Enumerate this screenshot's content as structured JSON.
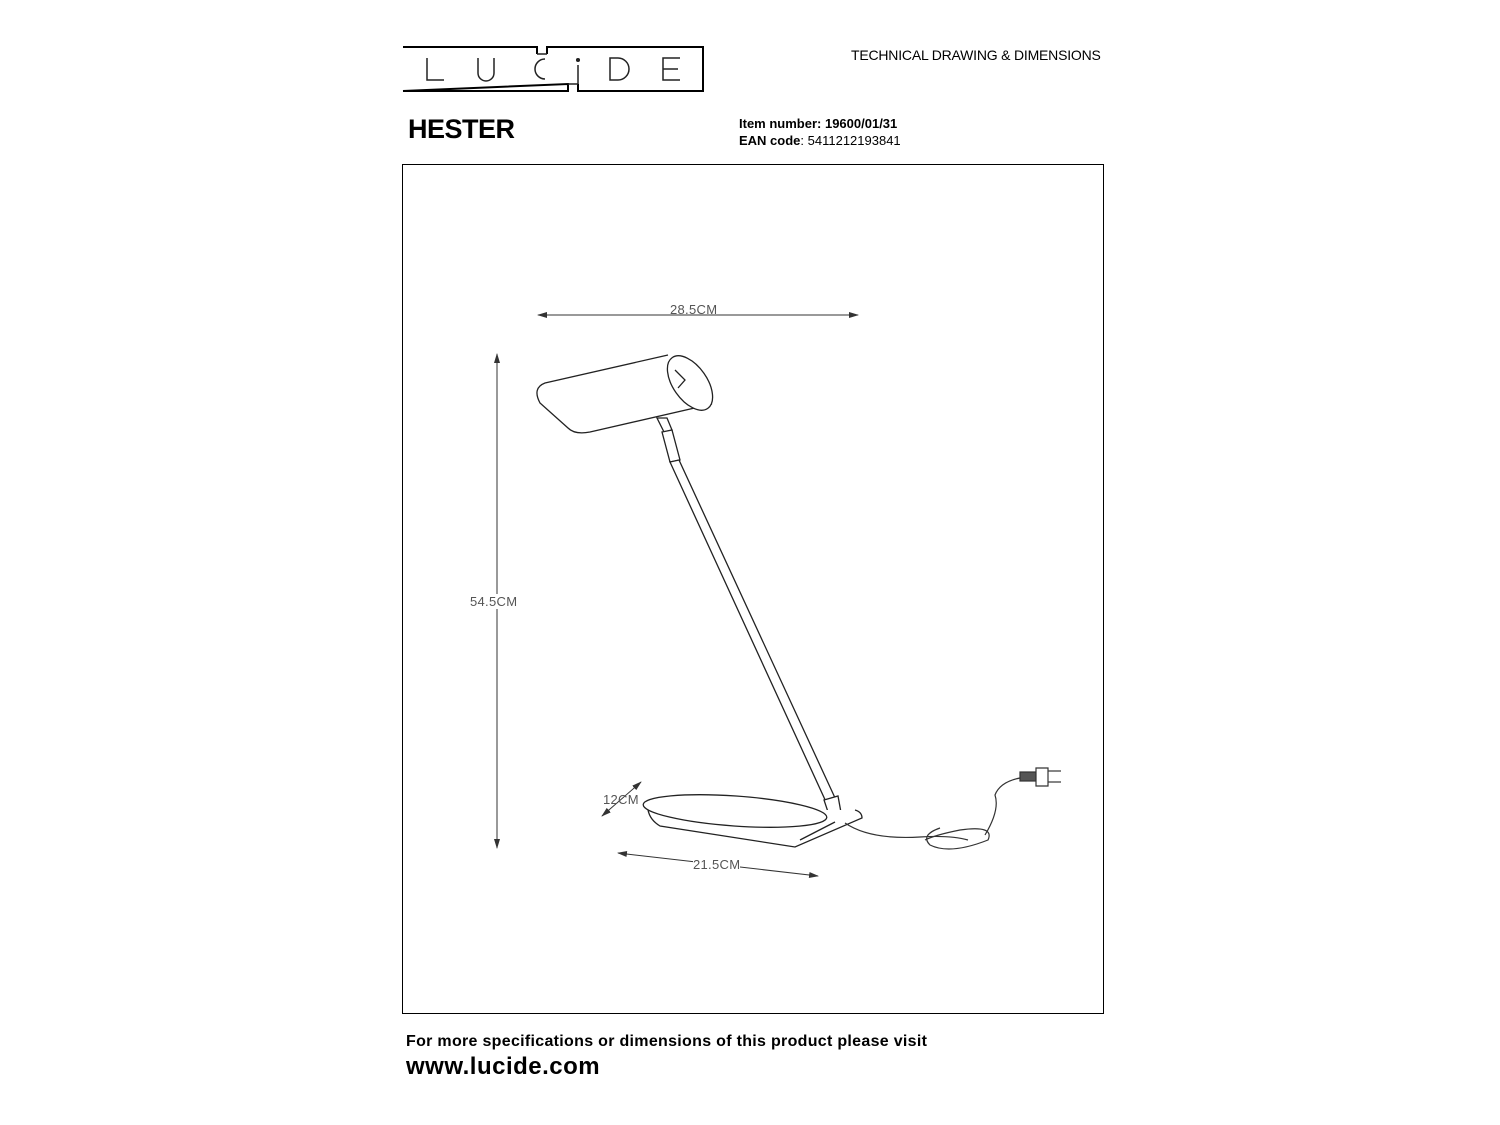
{
  "header": {
    "brand": "LUCIDE",
    "document_label": "TECHNICAL DRAWING & DIMENSIONS"
  },
  "product": {
    "name": "HESTER",
    "item_number_label": "Item number:",
    "item_number": "19600/01/31",
    "ean_label": "EAN code",
    "ean": ": 5411212193841"
  },
  "dimensions": {
    "width_top": "28.5CM",
    "height": "54.5CM",
    "base_depth": "12CM",
    "base_width": "21.5CM"
  },
  "footer": {
    "text": "For more specifications or dimensions of this product please visit",
    "url": "www.lucide.com"
  }
}
